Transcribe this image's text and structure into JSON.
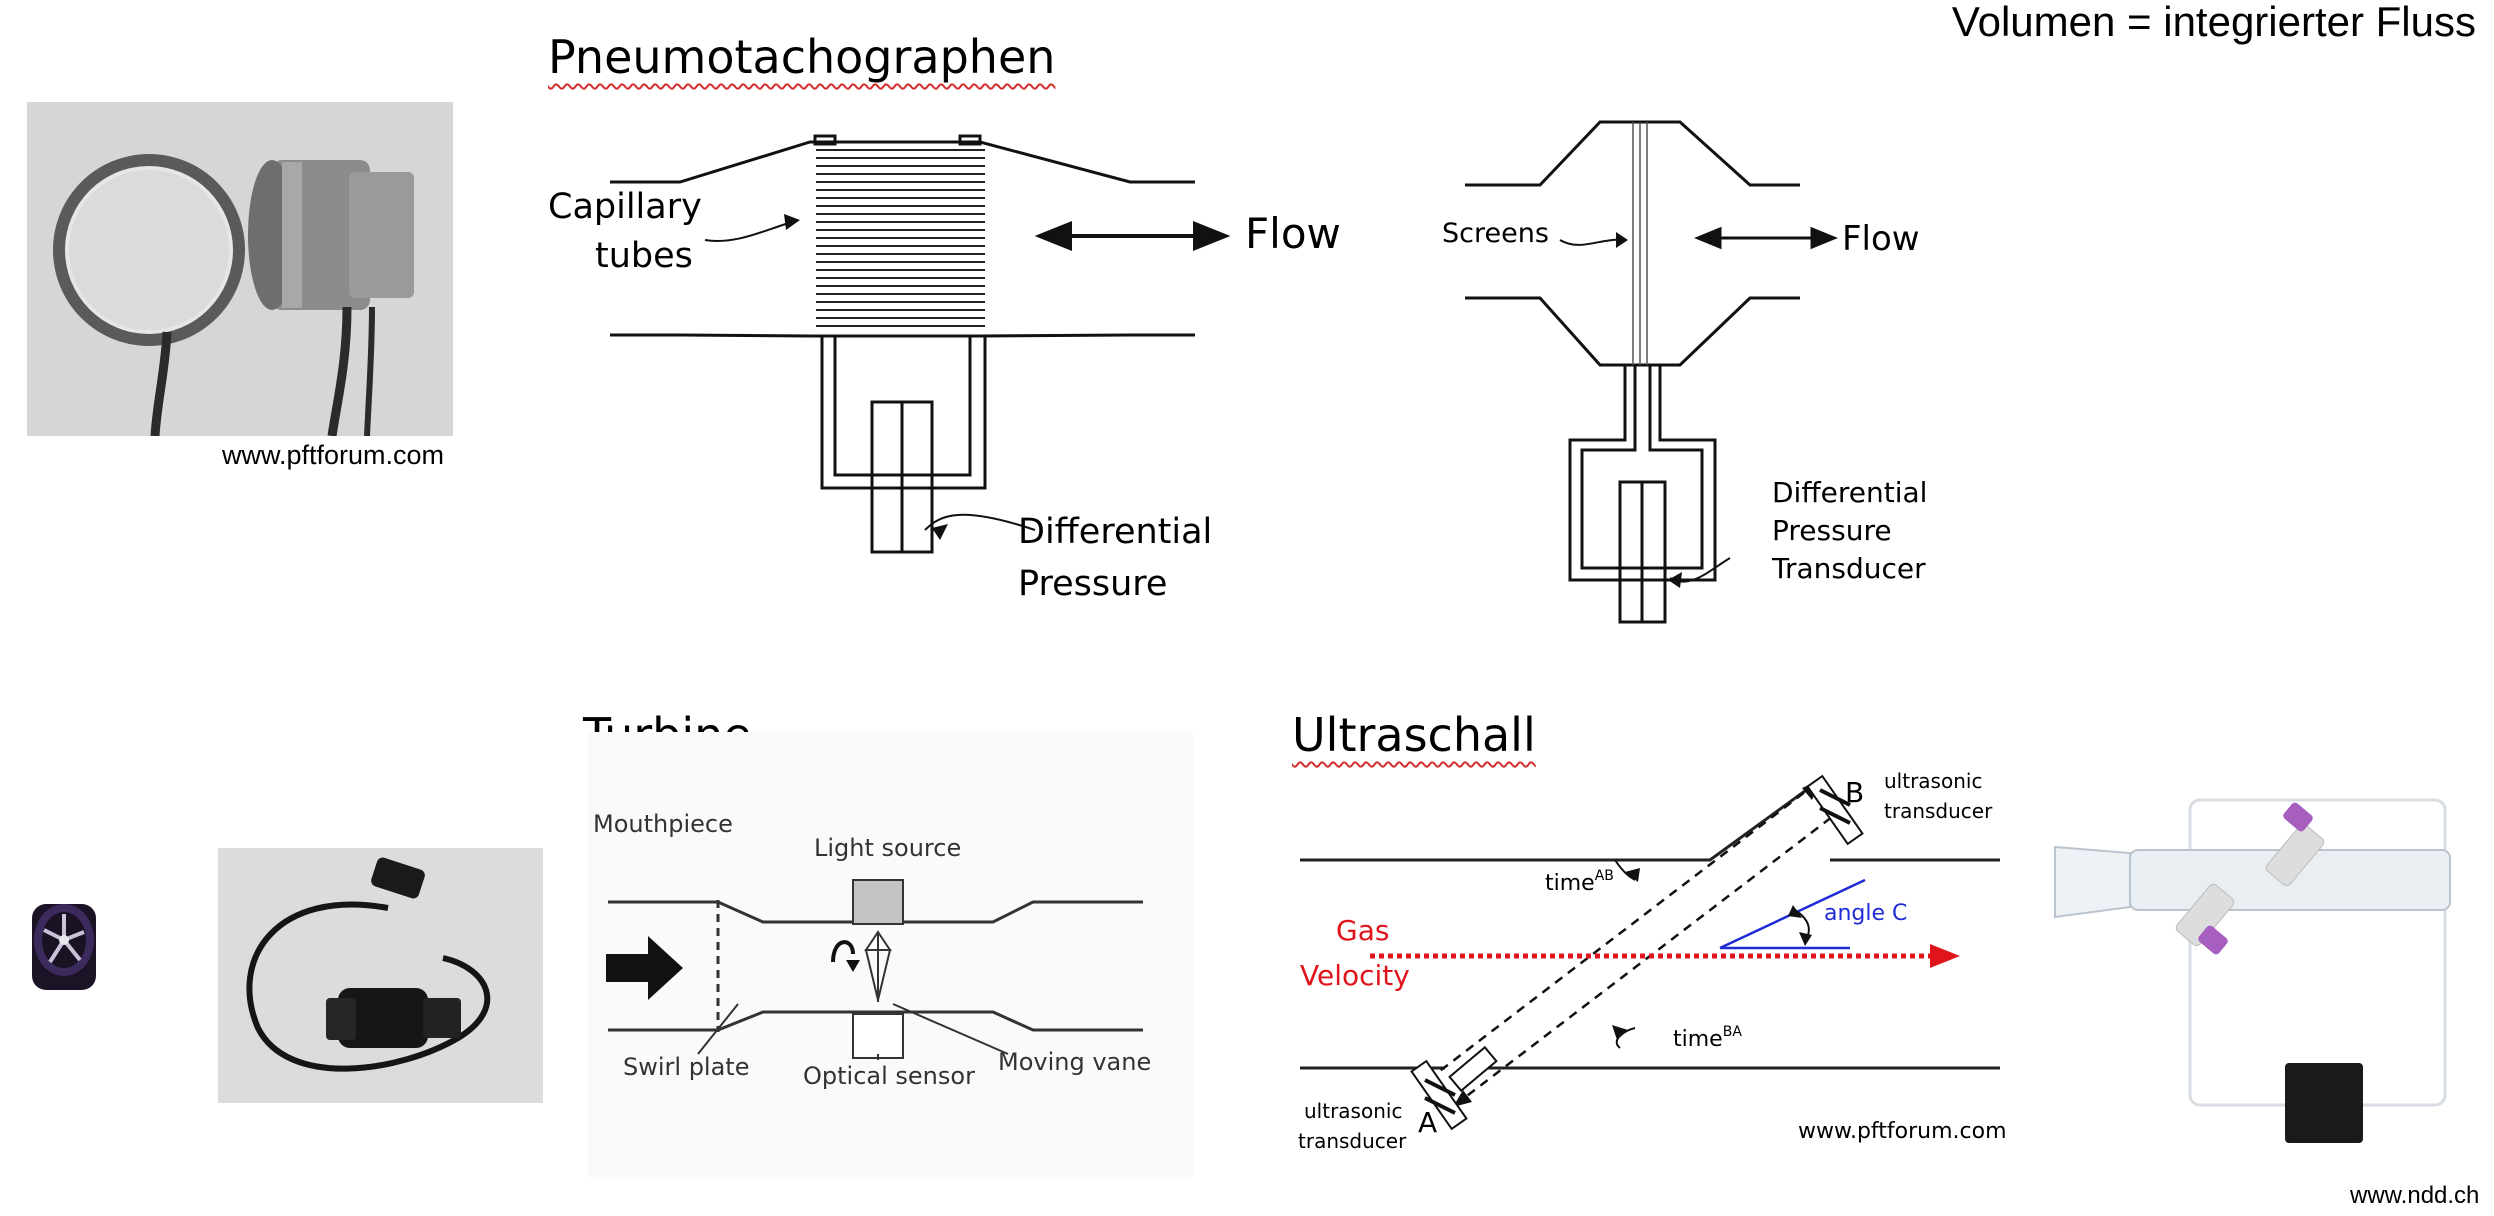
{
  "header": {
    "formula": "Volumen = integrierter Fluss"
  },
  "sections": {
    "pneumo": {
      "title": "Pneumotachographen",
      "source": "www.pftforum.com",
      "left_diagram": {
        "label_capillary_1": "Capillary",
        "label_capillary_2": "tubes",
        "label_flow": "Flow",
        "label_dp_1": "Differential",
        "label_dp_2": "Pressure"
      },
      "right_diagram": {
        "label_screens": "Screens",
        "label_flow": "Flow",
        "label_dpt_1": "Differential",
        "label_dpt_2": "Pressure",
        "label_dpt_3": "Transducer"
      }
    },
    "turbine": {
      "title": "Turbine",
      "labels": {
        "mouthpiece": "Mouthpiece",
        "light_source": "Light source",
        "swirl_plate": "Swirl plate",
        "optical_sensor": "Optical sensor",
        "moving_vane": "Moving vane"
      }
    },
    "ultrasound": {
      "title": "Ultraschall",
      "labels": {
        "b": "B",
        "a": "A",
        "transducer_top_1": "ultrasonic",
        "transducer_top_2": "transducer",
        "transducer_bottom_1": "ultrasonic",
        "transducer_bottom_2": "transducer",
        "time_ab": "time",
        "time_ab_sup": "AB",
        "time_ba": "time",
        "time_ba_sup": "BA",
        "angle": "angle C",
        "gas_1": "Gas",
        "gas_2": "Velocity",
        "source": "www.pftforum.com"
      },
      "colors": {
        "gas": "#e0141b",
        "angle": "#1f2bd6"
      }
    },
    "ndd": {
      "source": "www.ndd.ch"
    }
  }
}
